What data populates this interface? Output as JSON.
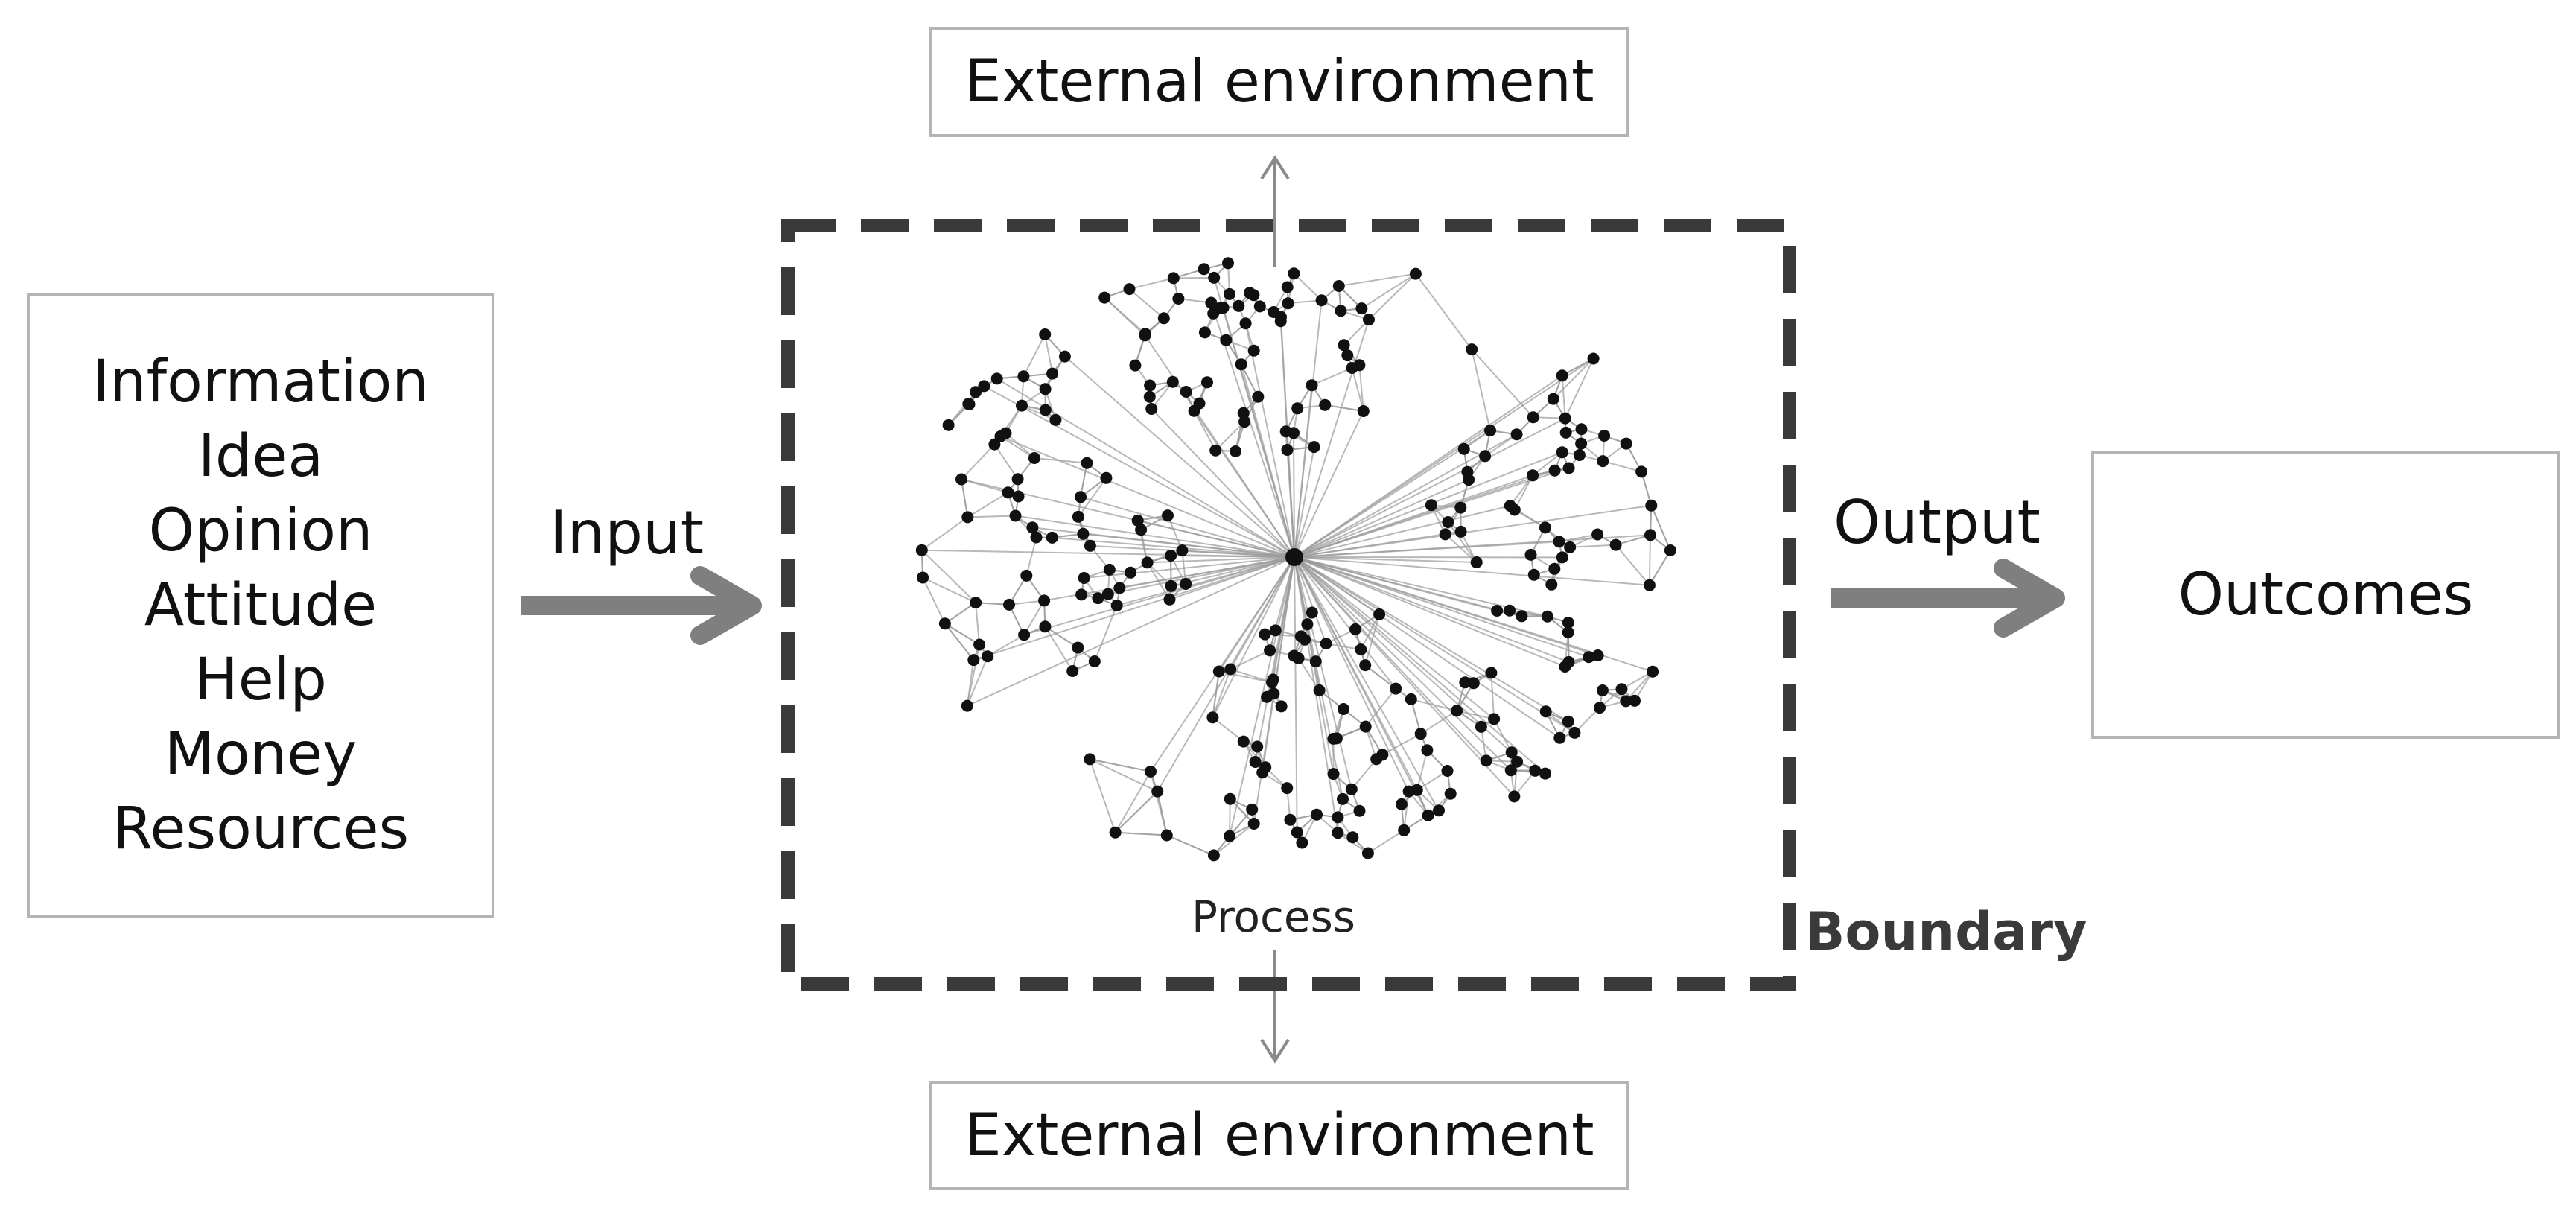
{
  "inputs": {
    "items": [
      "Information",
      "Idea",
      "Opinion",
      "Attitude",
      "Help",
      "Money",
      "Resources"
    ]
  },
  "flow": {
    "input_label": "Input",
    "output_label": "Output",
    "process_label": "Process",
    "boundary_label": "Boundary"
  },
  "environment": {
    "top_label": "External environment",
    "bottom_label": "External environment"
  },
  "outcomes": {
    "label": "Outcomes"
  },
  "colors": {
    "arrow": "#7f7f7f",
    "boundary": "#3a3a3a",
    "box_border": "#b4b4b4",
    "node": "#111111",
    "edge": "#9a9a9a"
  }
}
